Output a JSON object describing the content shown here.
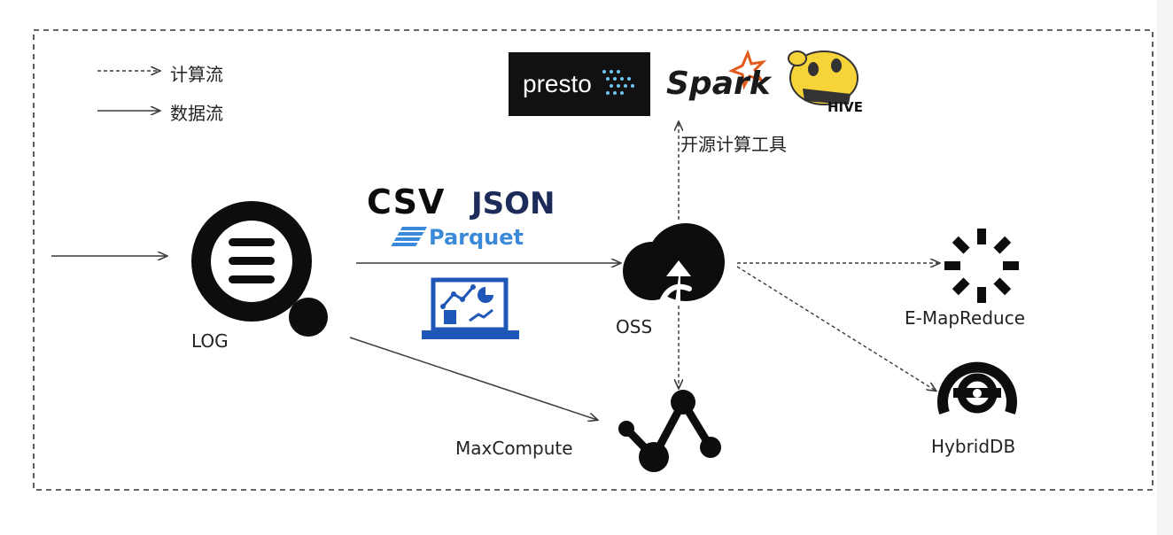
{
  "legend": {
    "compute_flow": "计算流",
    "data_flow": "数据流"
  },
  "nodes": {
    "log": "LOG",
    "oss": "OSS",
    "maxcompute": "MaxCompute",
    "emapreduce": "E-MapReduce",
    "hybriddb": "HybridDB",
    "open_source_tools": "开源计算工具"
  },
  "formats": {
    "csv": "CSV",
    "json": "JSON",
    "parquet": "Parquet"
  },
  "logos": {
    "presto": "presto",
    "spark": "Spark",
    "hive": "HIVE"
  },
  "colors": {
    "line": "#3a3a3a",
    "icon": "#0d0d0d",
    "chart_icon": "#1f57b8",
    "parquet": "#3b8ad9",
    "json": "#1d2b5a",
    "hive_yellow": "#f7d33a"
  }
}
